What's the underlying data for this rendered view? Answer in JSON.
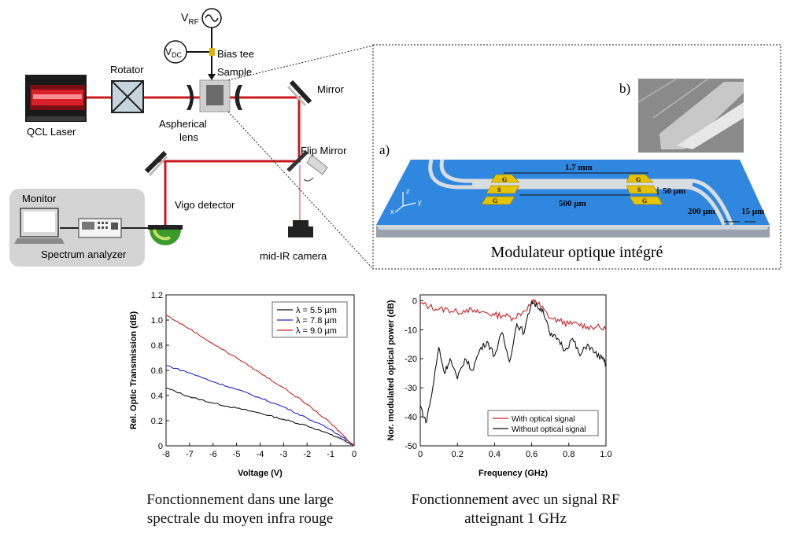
{
  "setup": {
    "v_rf_main": "V",
    "v_rf_sub": "RF",
    "v_dc_main": "V",
    "v_dc_sub": "DC",
    "bias_tee": "Bias tee",
    "sample": "Sample",
    "rotator": "Rotator",
    "qcl_laser": "QCL Laser",
    "aspherical_lens_line1": "Aspherical",
    "aspherical_lens_line2": "lens",
    "mirror": "Mirror",
    "flip_mirror": "Flip Mirror",
    "vigo_detector": "Vigo detector",
    "monitor": "Monitor",
    "spectrum_analyzer": "Spectrum analyzer",
    "midir_camera": "mid-IR camera"
  },
  "modulator": {
    "label_a": "a)",
    "label_b": "b)",
    "dim_length": "1.7 mm",
    "dim_500": "500 µm",
    "dim_50": "50 µm",
    "dim_200": "200 µm",
    "dim_15": "15 µm",
    "pad_g": "G",
    "pad_s": "S",
    "axis_x": "x",
    "axis_y": "y",
    "axis_z": "z",
    "caption": "Modulateur optique intégré"
  },
  "captions": {
    "left_line1": "Fonctionnement dans une large",
    "left_line2": "spectrale du moyen infra rouge",
    "right_line1": "Fonctionnement avec un signal RF",
    "right_line2": "atteignant  1 GHz"
  },
  "chart_data": [
    {
      "type": "line",
      "xlabel": "Voltage (V)",
      "ylabel": "Rel. Optic Transmission (dB)",
      "xlim": [
        -8,
        0
      ],
      "ylim": [
        0,
        1.2
      ],
      "xticks": [
        "-8",
        "-7",
        "-6",
        "-5",
        "-4",
        "-3",
        "-2",
        "-1",
        "0"
      ],
      "yticks": [
        "0",
        "0.2",
        "0.4",
        "0.6",
        "0.8",
        "1.0",
        "1.2"
      ],
      "x": [
        -8,
        -7,
        -6,
        -5,
        -4,
        -3,
        -2,
        -1,
        -0.5,
        0
      ],
      "legend_position": "top-right",
      "series": [
        {
          "name": "λ = 5.5 µm",
          "color": "#111111",
          "values": [
            0.46,
            0.39,
            0.34,
            0.3,
            0.26,
            0.21,
            0.16,
            0.09,
            0.05,
            0.0
          ]
        },
        {
          "name": "λ = 7.8 µm",
          "color": "#2222cc",
          "values": [
            0.64,
            0.58,
            0.51,
            0.45,
            0.38,
            0.31,
            0.22,
            0.13,
            0.07,
            0.0
          ]
        },
        {
          "name": "λ = 9.0 µm",
          "color": "#cc2222",
          "values": [
            1.04,
            0.93,
            0.81,
            0.7,
            0.58,
            0.46,
            0.33,
            0.18,
            0.09,
            0.0
          ]
        }
      ]
    },
    {
      "type": "line",
      "xlabel": "Frequency (GHz)",
      "ylabel": "Nor. modulated optical power (dB)",
      "xlim": [
        0,
        1.0
      ],
      "ylim": [
        -50,
        2
      ],
      "xticks": [
        "0",
        "0.2",
        "0.4",
        "0.6",
        "0.8",
        "1.0"
      ],
      "yticks": [
        "0",
        "-10",
        "-20",
        "-30",
        "-40",
        "-50"
      ],
      "legend_position": "bottom-right",
      "series": [
        {
          "name": "With optical signal",
          "color": "#cc2222",
          "x": [
            0,
            0.05,
            0.1,
            0.15,
            0.2,
            0.25,
            0.3,
            0.35,
            0.4,
            0.45,
            0.5,
            0.55,
            0.6,
            0.62,
            0.65,
            0.7,
            0.75,
            0.8,
            0.85,
            0.9,
            0.95,
            1.0
          ],
          "values": [
            -1,
            -2,
            -3,
            -3,
            -4,
            -3,
            -4,
            -4,
            -5,
            -5,
            -6,
            -4,
            -1,
            0,
            -2,
            -6,
            -7,
            -8,
            -8,
            -9,
            -9,
            -10
          ]
        },
        {
          "name": "Without optical signal",
          "color": "#111111",
          "x": [
            0,
            0.03,
            0.06,
            0.1,
            0.13,
            0.16,
            0.2,
            0.24,
            0.28,
            0.32,
            0.36,
            0.4,
            0.44,
            0.48,
            0.52,
            0.56,
            0.6,
            0.63,
            0.66,
            0.7,
            0.74,
            0.78,
            0.82,
            0.86,
            0.9,
            0.94,
            0.98,
            1.0
          ],
          "values": [
            -36,
            -42,
            -33,
            -16,
            -25,
            -20,
            -27,
            -20,
            -24,
            -17,
            -14,
            -19,
            -11,
            -21,
            -8,
            -11,
            0,
            -2,
            -3,
            -12,
            -13,
            -17,
            -13,
            -19,
            -15,
            -18,
            -20,
            -22
          ]
        }
      ]
    }
  ]
}
